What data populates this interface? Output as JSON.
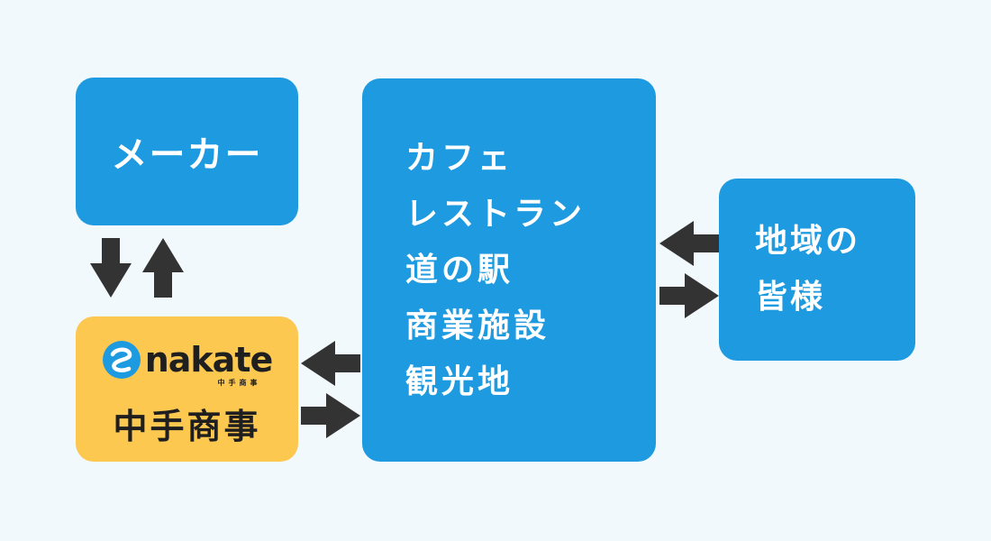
{
  "maker": {
    "label": "メーカー"
  },
  "venues": {
    "lines": [
      "カフェ",
      "レストラン",
      "道の駅",
      "商業施設",
      "観光地"
    ]
  },
  "locals": {
    "lines": [
      "地域の",
      "皆様"
    ]
  },
  "nakate": {
    "logo_text": "nakate",
    "logo_subtext": "中手商事",
    "name": "中手商事"
  },
  "colors": {
    "box_blue": "#1d9ae0",
    "box_yellow": "#fcc850",
    "arrow": "#333333",
    "logo_blue": "#1d9ae0",
    "background": "#f2f9fd"
  },
  "icons": {
    "logo": "nakate-swirl-logo-icon",
    "arrow": "bold-arrow-icon"
  }
}
